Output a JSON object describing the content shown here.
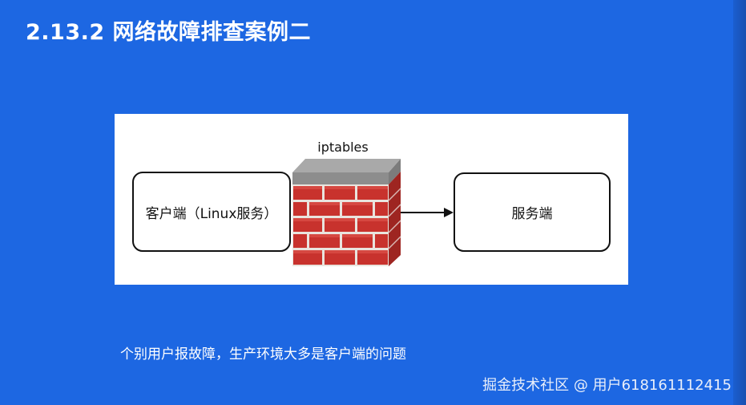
{
  "slide": {
    "title": "2.13.2 网络故障排查案例二",
    "caption": "个别用户报故障，生产环境大多是客户端的问题",
    "watermark": "掘金技术社区 @ 用户618161112415"
  },
  "diagram": {
    "client_label": "客户端（Linux服务）",
    "server_label": "服务端",
    "firewall_label": "iptables",
    "firewall_icon": "brick-wall-icon",
    "arrow_direction": "client-to-server"
  },
  "colors": {
    "background": "#1d67e2",
    "panel": "#ffffff",
    "brick": "#c8322d",
    "mortar": "#e9e4de",
    "wall_cap": "#8d8d8d"
  }
}
